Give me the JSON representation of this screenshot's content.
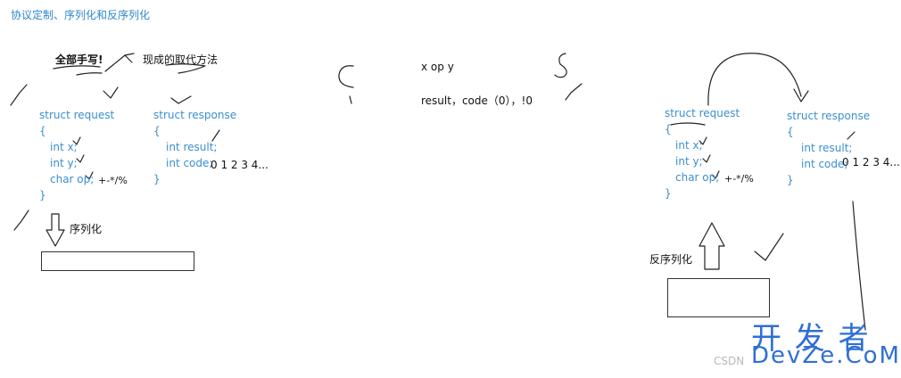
{
  "title": "协议定制、序列化和反序列化",
  "notes": {
    "handwrite_all": "全部手写!",
    "modern_alt": "现成的取代方法",
    "c_letter": "C",
    "s_letter": "S",
    "expr": "x op y",
    "result_line": "result，code（0），!0",
    "serialize": "序列化",
    "deserialize": "反序列化"
  },
  "left": {
    "request": [
      "struct request",
      "{",
      "int x;",
      "int y;",
      "char op;",
      "}"
    ],
    "op_hint": "+-*/%",
    "response": [
      "struct response",
      "{",
      "int result;",
      "int code;",
      "}"
    ],
    "code_hint": "0 1 2  3 4..."
  },
  "right": {
    "request": [
      "struct request",
      "{",
      "int x;",
      "int y;",
      "char op;",
      "}"
    ],
    "op_hint": "+-*/%",
    "response": [
      "struct response",
      "{",
      "int result;",
      "int code;",
      "}"
    ],
    "code_hint": "0 1 2  3 4..."
  },
  "watermark": {
    "line1": "开 发 者",
    "line2": "DevZe.CoM",
    "faint": "CSDN"
  }
}
